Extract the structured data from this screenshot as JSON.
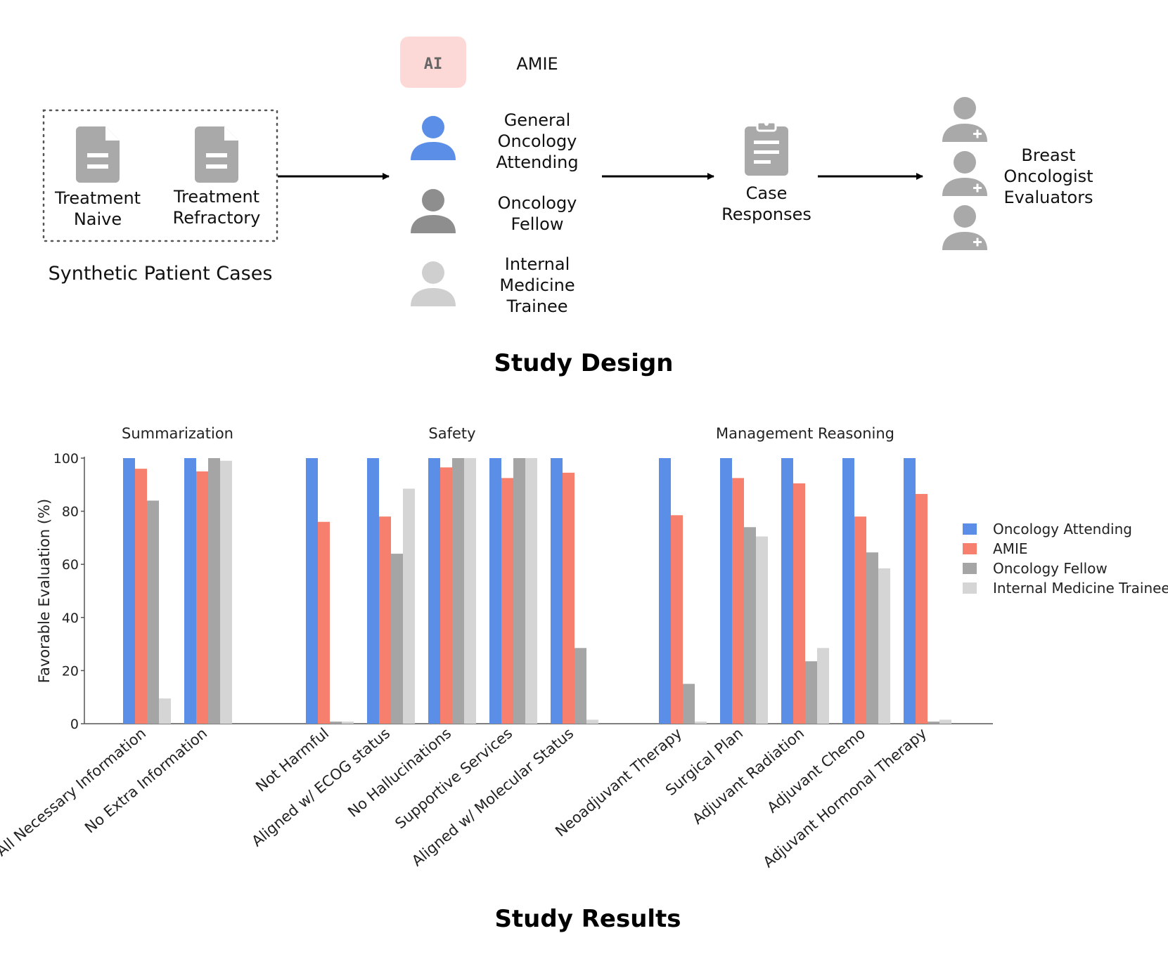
{
  "design": {
    "title": "Study Design",
    "cases_group_label": "Synthetic Patient Cases",
    "cases": [
      {
        "line1": "Treatment",
        "line2": "Naive",
        "icon": "document-icon"
      },
      {
        "line1": "Treatment",
        "line2": "Refractory",
        "icon": "document-icon"
      }
    ],
    "ai_badge": "AI",
    "responders": [
      {
        "lines": [
          "AMIE"
        ],
        "icon": "ai-badge-icon"
      },
      {
        "lines": [
          "General",
          "Oncology",
          "Attending"
        ],
        "icon": "person-icon",
        "color": "#5b8ee6"
      },
      {
        "lines": [
          "Oncology",
          "Fellow"
        ],
        "icon": "person-icon",
        "color": "#8e8e8e"
      },
      {
        "lines": [
          "Internal",
          "Medicine",
          "Trainee"
        ],
        "icon": "person-icon",
        "color": "#cfcfcf"
      }
    ],
    "responses": {
      "lines": [
        "Case",
        "Responses"
      ],
      "icon": "clipboard-icon"
    },
    "evaluators": {
      "lines": [
        "Breast",
        "Oncologist",
        "Evaluators"
      ],
      "icon": "doctor-icon",
      "count": 3
    }
  },
  "results": {
    "title": "Study Results"
  },
  "chart_data": {
    "type": "bar",
    "ylabel": "Favorable Evaluation (%)",
    "ylim": [
      0,
      100
    ],
    "yticks": [
      0,
      20,
      40,
      60,
      80,
      100
    ],
    "groups": [
      {
        "name": "Summarization",
        "categories": [
          "All Necessary Information",
          "No Extra Information"
        ]
      },
      {
        "name": "Safety",
        "categories": [
          "Not Harmful",
          "Aligned w/ ECOG status",
          "No Hallucinations",
          "Supportive Services",
          "Aligned w/ Molecular Status"
        ]
      },
      {
        "name": "Management Reasoning",
        "categories": [
          "Neoadjuvant Therapy",
          "Surgical Plan",
          "Adjuvant Radiation",
          "Adjuvant Chemo",
          "Adjuvant Hormonal Therapy"
        ]
      }
    ],
    "series": [
      {
        "name": "Oncology Attending",
        "color": "#5b8ee6",
        "values": [
          100,
          100,
          100,
          100,
          100,
          100,
          100,
          100,
          100,
          100,
          100,
          100
        ]
      },
      {
        "name": "AMIE",
        "color": "#f6806d",
        "values": [
          96,
          95,
          76,
          78,
          96.5,
          92.5,
          94.5,
          78.5,
          92.5,
          90.5,
          78,
          86.5
        ]
      },
      {
        "name": "Oncology Fellow",
        "color": "#a5a5a5",
        "values": [
          84,
          100,
          0.8,
          64,
          100,
          100,
          28.5,
          15,
          74,
          23.5,
          64.5,
          0.8
        ]
      },
      {
        "name": "Internal Medicine Trainee",
        "color": "#d5d5d5",
        "values": [
          9.5,
          99,
          0.8,
          88.5,
          100,
          100,
          1.5,
          0.8,
          70.5,
          28.5,
          58.5,
          1.5
        ]
      }
    ],
    "legend_position": "right",
    "grid": false
  }
}
